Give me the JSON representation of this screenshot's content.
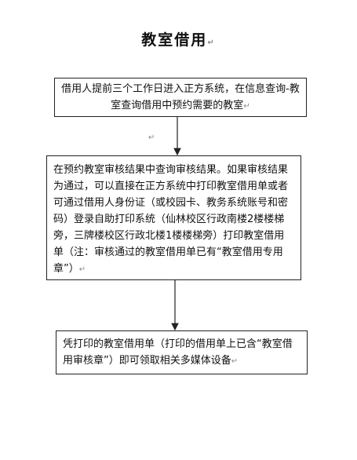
{
  "title": "教室借用",
  "step1": "借用人提前三个工作日进入正方系统，在信息查询-教室查询借用中预约需要的教室",
  "step2": "在预约教室审核结果中查询审核结果。如果审核结果为通过，可以直接在正方系统中打印教室借用单或者可通过借用人身份证（或校园卡、教务系统账号和密码）登录自助打印系统（仙林校区行政南楼2楼楼梯旁，三牌楼校区行政北楼1楼楼梯旁）打印教室借用单（注：审核通过的教室借用单已有“教室借用专用章”）",
  "step3": "凭打印的教室借用单（打印的借用单上已含“教室借用审核章”）即可领取相关多媒体设备"
}
